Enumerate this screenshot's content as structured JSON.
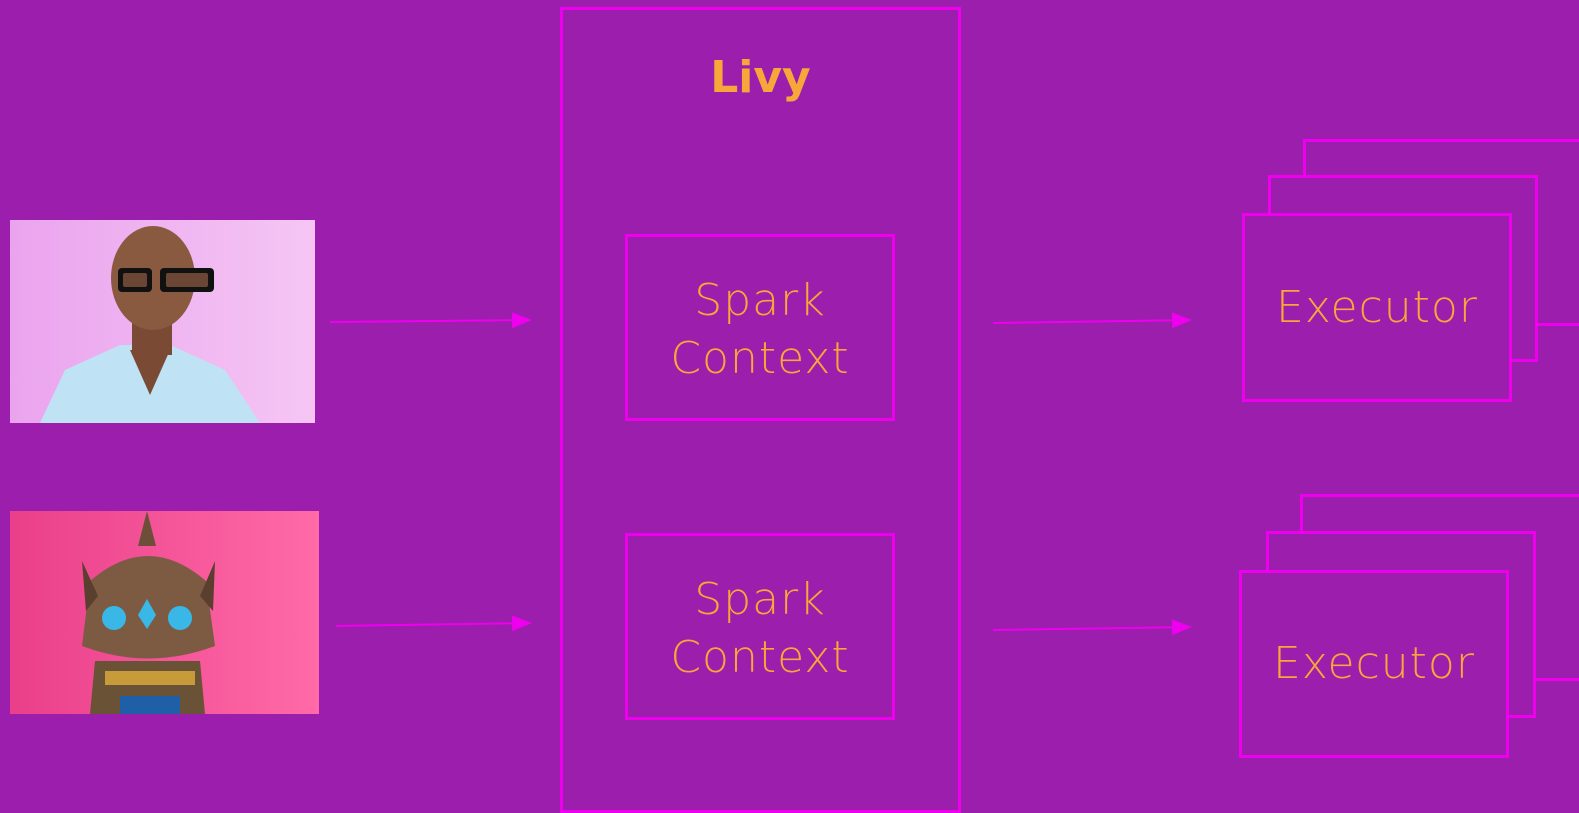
{
  "colors": {
    "background": "#9b1eac",
    "stroke": "#ee00ee",
    "text": "#f7a73a"
  },
  "livy": {
    "title": "Livy"
  },
  "spark_contexts": [
    {
      "line1": "Spark",
      "line2": "Context"
    },
    {
      "line1": "Spark",
      "line2": "Context"
    }
  ],
  "executors": [
    {
      "label": "Executor"
    },
    {
      "label": "Executor"
    }
  ],
  "clients": [
    {
      "icon": "person-photo"
    },
    {
      "icon": "armored-figurine-photo"
    }
  ]
}
